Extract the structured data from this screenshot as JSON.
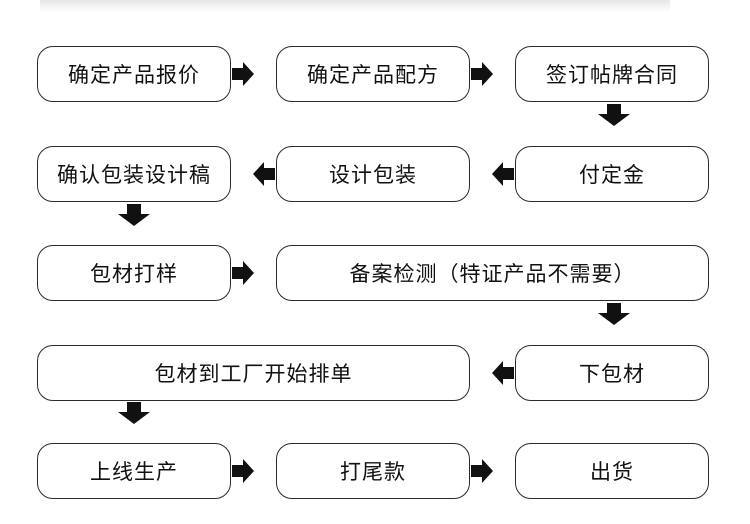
{
  "steps": [
    {
      "id": "s1",
      "label": "确定产品报价"
    },
    {
      "id": "s2",
      "label": "确定产品配方"
    },
    {
      "id": "s3",
      "label": "签订帖牌合同"
    },
    {
      "id": "s4",
      "label": "付定金"
    },
    {
      "id": "s5",
      "label": "设计包装"
    },
    {
      "id": "s6",
      "label": "确认包装设计稿"
    },
    {
      "id": "s7",
      "label": "包材打样"
    },
    {
      "id": "s8",
      "label": "备案检测（特证产品不需要）"
    },
    {
      "id": "s9",
      "label": "下包材"
    },
    {
      "id": "s10",
      "label": "包材到工厂开始排单"
    },
    {
      "id": "s11",
      "label": "上线生产"
    },
    {
      "id": "s12",
      "label": "打尾款"
    },
    {
      "id": "s13",
      "label": "出货"
    }
  ],
  "connections": [
    {
      "from": "s1",
      "to": "s2",
      "direction": "right"
    },
    {
      "from": "s2",
      "to": "s3",
      "direction": "right"
    },
    {
      "from": "s3",
      "to": "s4",
      "direction": "down"
    },
    {
      "from": "s4",
      "to": "s5",
      "direction": "left"
    },
    {
      "from": "s5",
      "to": "s6",
      "direction": "left"
    },
    {
      "from": "s6",
      "to": "s7",
      "direction": "down"
    },
    {
      "from": "s7",
      "to": "s8",
      "direction": "right"
    },
    {
      "from": "s8",
      "to": "s9",
      "direction": "down"
    },
    {
      "from": "s9",
      "to": "s10",
      "direction": "left"
    },
    {
      "from": "s10",
      "to": "s11",
      "direction": "down"
    },
    {
      "from": "s11",
      "to": "s12",
      "direction": "right"
    },
    {
      "from": "s12",
      "to": "s13",
      "direction": "right"
    }
  ],
  "colors": {
    "border": "#2b2b2b",
    "arrow": "#111111",
    "text": "#111111"
  }
}
